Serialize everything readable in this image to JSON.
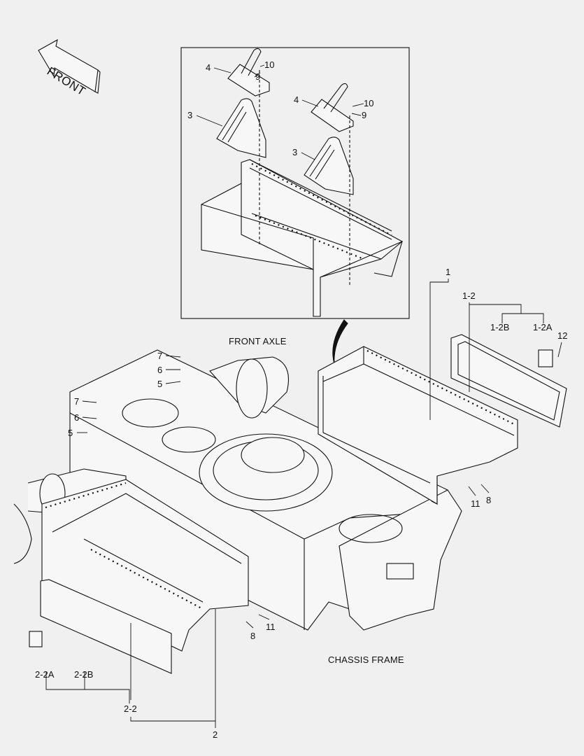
{
  "front_arrow": {
    "label": "FRONT"
  },
  "captions": {
    "front_axle": "FRONT AXLE",
    "chassis_frame": "CHASSIS FRAME"
  },
  "callouts": {
    "inset_4a": "4",
    "inset_10a": "10",
    "inset_9a": "9",
    "inset_4b": "4",
    "inset_10b": "10",
    "inset_9b": "9",
    "inset_3a": "3",
    "inset_3b": "3",
    "p1": "1",
    "p1_2": "1-2",
    "p1_2b": "1-2B",
    "p1_2a": "1-2A",
    "p12": "12",
    "p7a": "7",
    "p6a": "6",
    "p5a": "5",
    "p7b": "7",
    "p6b": "6",
    "p5b": "5",
    "p11a": "11",
    "p8a": "8",
    "p8b": "8",
    "p11b": "11",
    "p2_2a": "2-2A",
    "p2_2b": "2-2B",
    "p2_2": "2-2",
    "p2": "2"
  },
  "colors": {
    "background": "#f0f0f0",
    "line": "#111111"
  }
}
